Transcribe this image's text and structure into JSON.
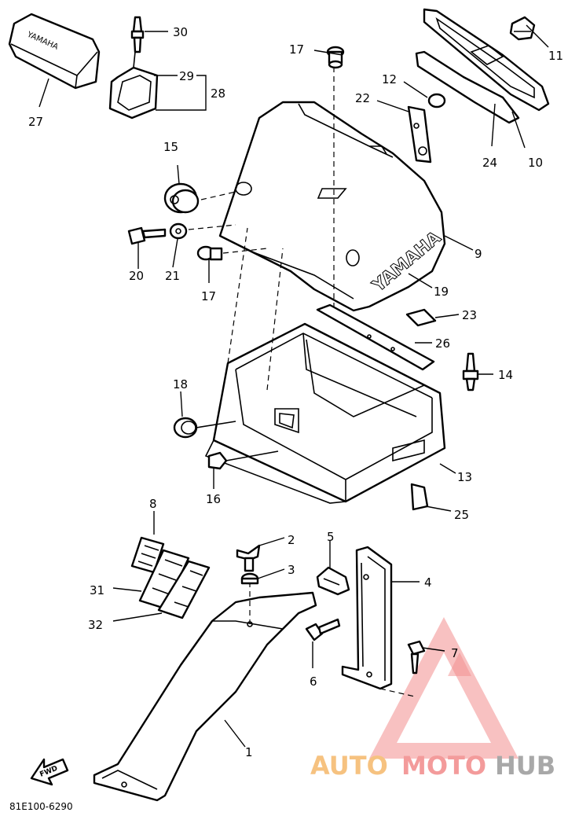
{
  "brand_text": "YAMAHA",
  "part_code": "81E100-6290",
  "direction_label": "FWD",
  "watermark": {
    "auto": "AUTO",
    "moto": "MOTO",
    "hub": "HUB",
    "colors": {
      "auto": "#f5b86b",
      "moto": "#f28a8a",
      "hub": "#9a9a9a",
      "triangle": "#f07a7a"
    }
  },
  "callouts": [
    "1",
    "2",
    "3",
    "4",
    "5",
    "6",
    "7",
    "8",
    "9",
    "10",
    "11",
    "12",
    "13",
    "14",
    "15",
    "16",
    "17",
    "18",
    "19",
    "20",
    "21",
    "22",
    "23",
    "24",
    "25",
    "26",
    "27",
    "28",
    "29",
    "30",
    "31",
    "32"
  ],
  "callouts_extra": [
    "17"
  ]
}
